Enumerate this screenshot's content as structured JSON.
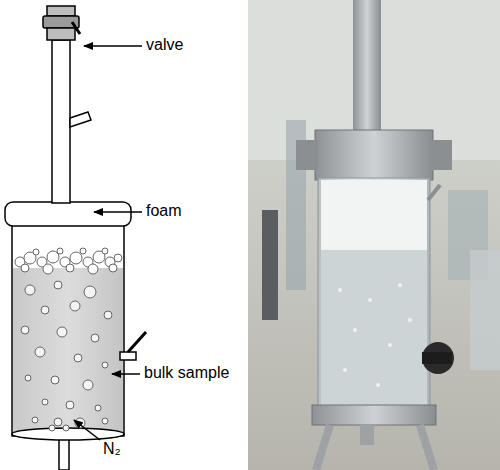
{
  "diagram": {
    "labels": [
      "valve",
      "foam",
      "bulk sample",
      "N₂"
    ]
  }
}
